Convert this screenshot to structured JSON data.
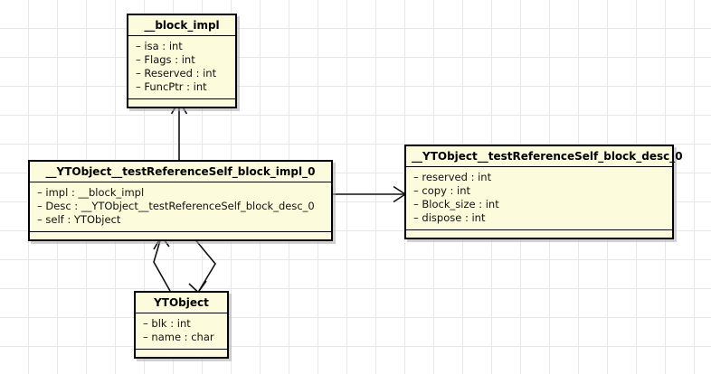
{
  "diagram": {
    "type": "uml-class-diagram",
    "background": "#ffffff",
    "grid_color": "#e8e8e8",
    "class_fill": "#fcfcdc",
    "border_color": "#000000",
    "classes": [
      {
        "id": "block_impl",
        "name": "__block_impl",
        "attributes": [
          "– isa : int",
          "– Flags : int",
          "– Reserved : int",
          "– FuncPtr : int"
        ],
        "operations": []
      },
      {
        "id": "block_impl_0",
        "name": "__YTObject__testReferenceSelf_block_impl_0",
        "attributes": [
          "– impl : __block_impl",
          "– Desc : __YTObject__testReferenceSelf_block_desc_0",
          "– self : YTObject"
        ],
        "operations": []
      },
      {
        "id": "block_desc_0",
        "name": "__YTObject__testReferenceSelf_block_desc_0",
        "attributes": [
          "– reserved : int",
          "– copy : int",
          "– Block_size : int",
          "– dispose : int"
        ],
        "operations": []
      },
      {
        "id": "ytobject",
        "name": "YTObject",
        "attributes": [
          "– blk : int",
          "– name : char"
        ],
        "operations": []
      }
    ],
    "connections": [
      {
        "id": "impl0-to-blockimpl",
        "from": "block_impl_0",
        "to": "block_impl",
        "style": "open-arrow"
      },
      {
        "id": "impl0-to-desc0",
        "from": "block_impl_0",
        "to": "block_desc_0",
        "style": "open-arrow"
      },
      {
        "id": "ytobject-to-impl0",
        "from": "ytobject",
        "to": "block_impl_0",
        "style": "open-arrow"
      },
      {
        "id": "impl0-to-ytobject",
        "from": "block_impl_0",
        "to": "ytobject",
        "style": "open-arrow"
      }
    ]
  }
}
